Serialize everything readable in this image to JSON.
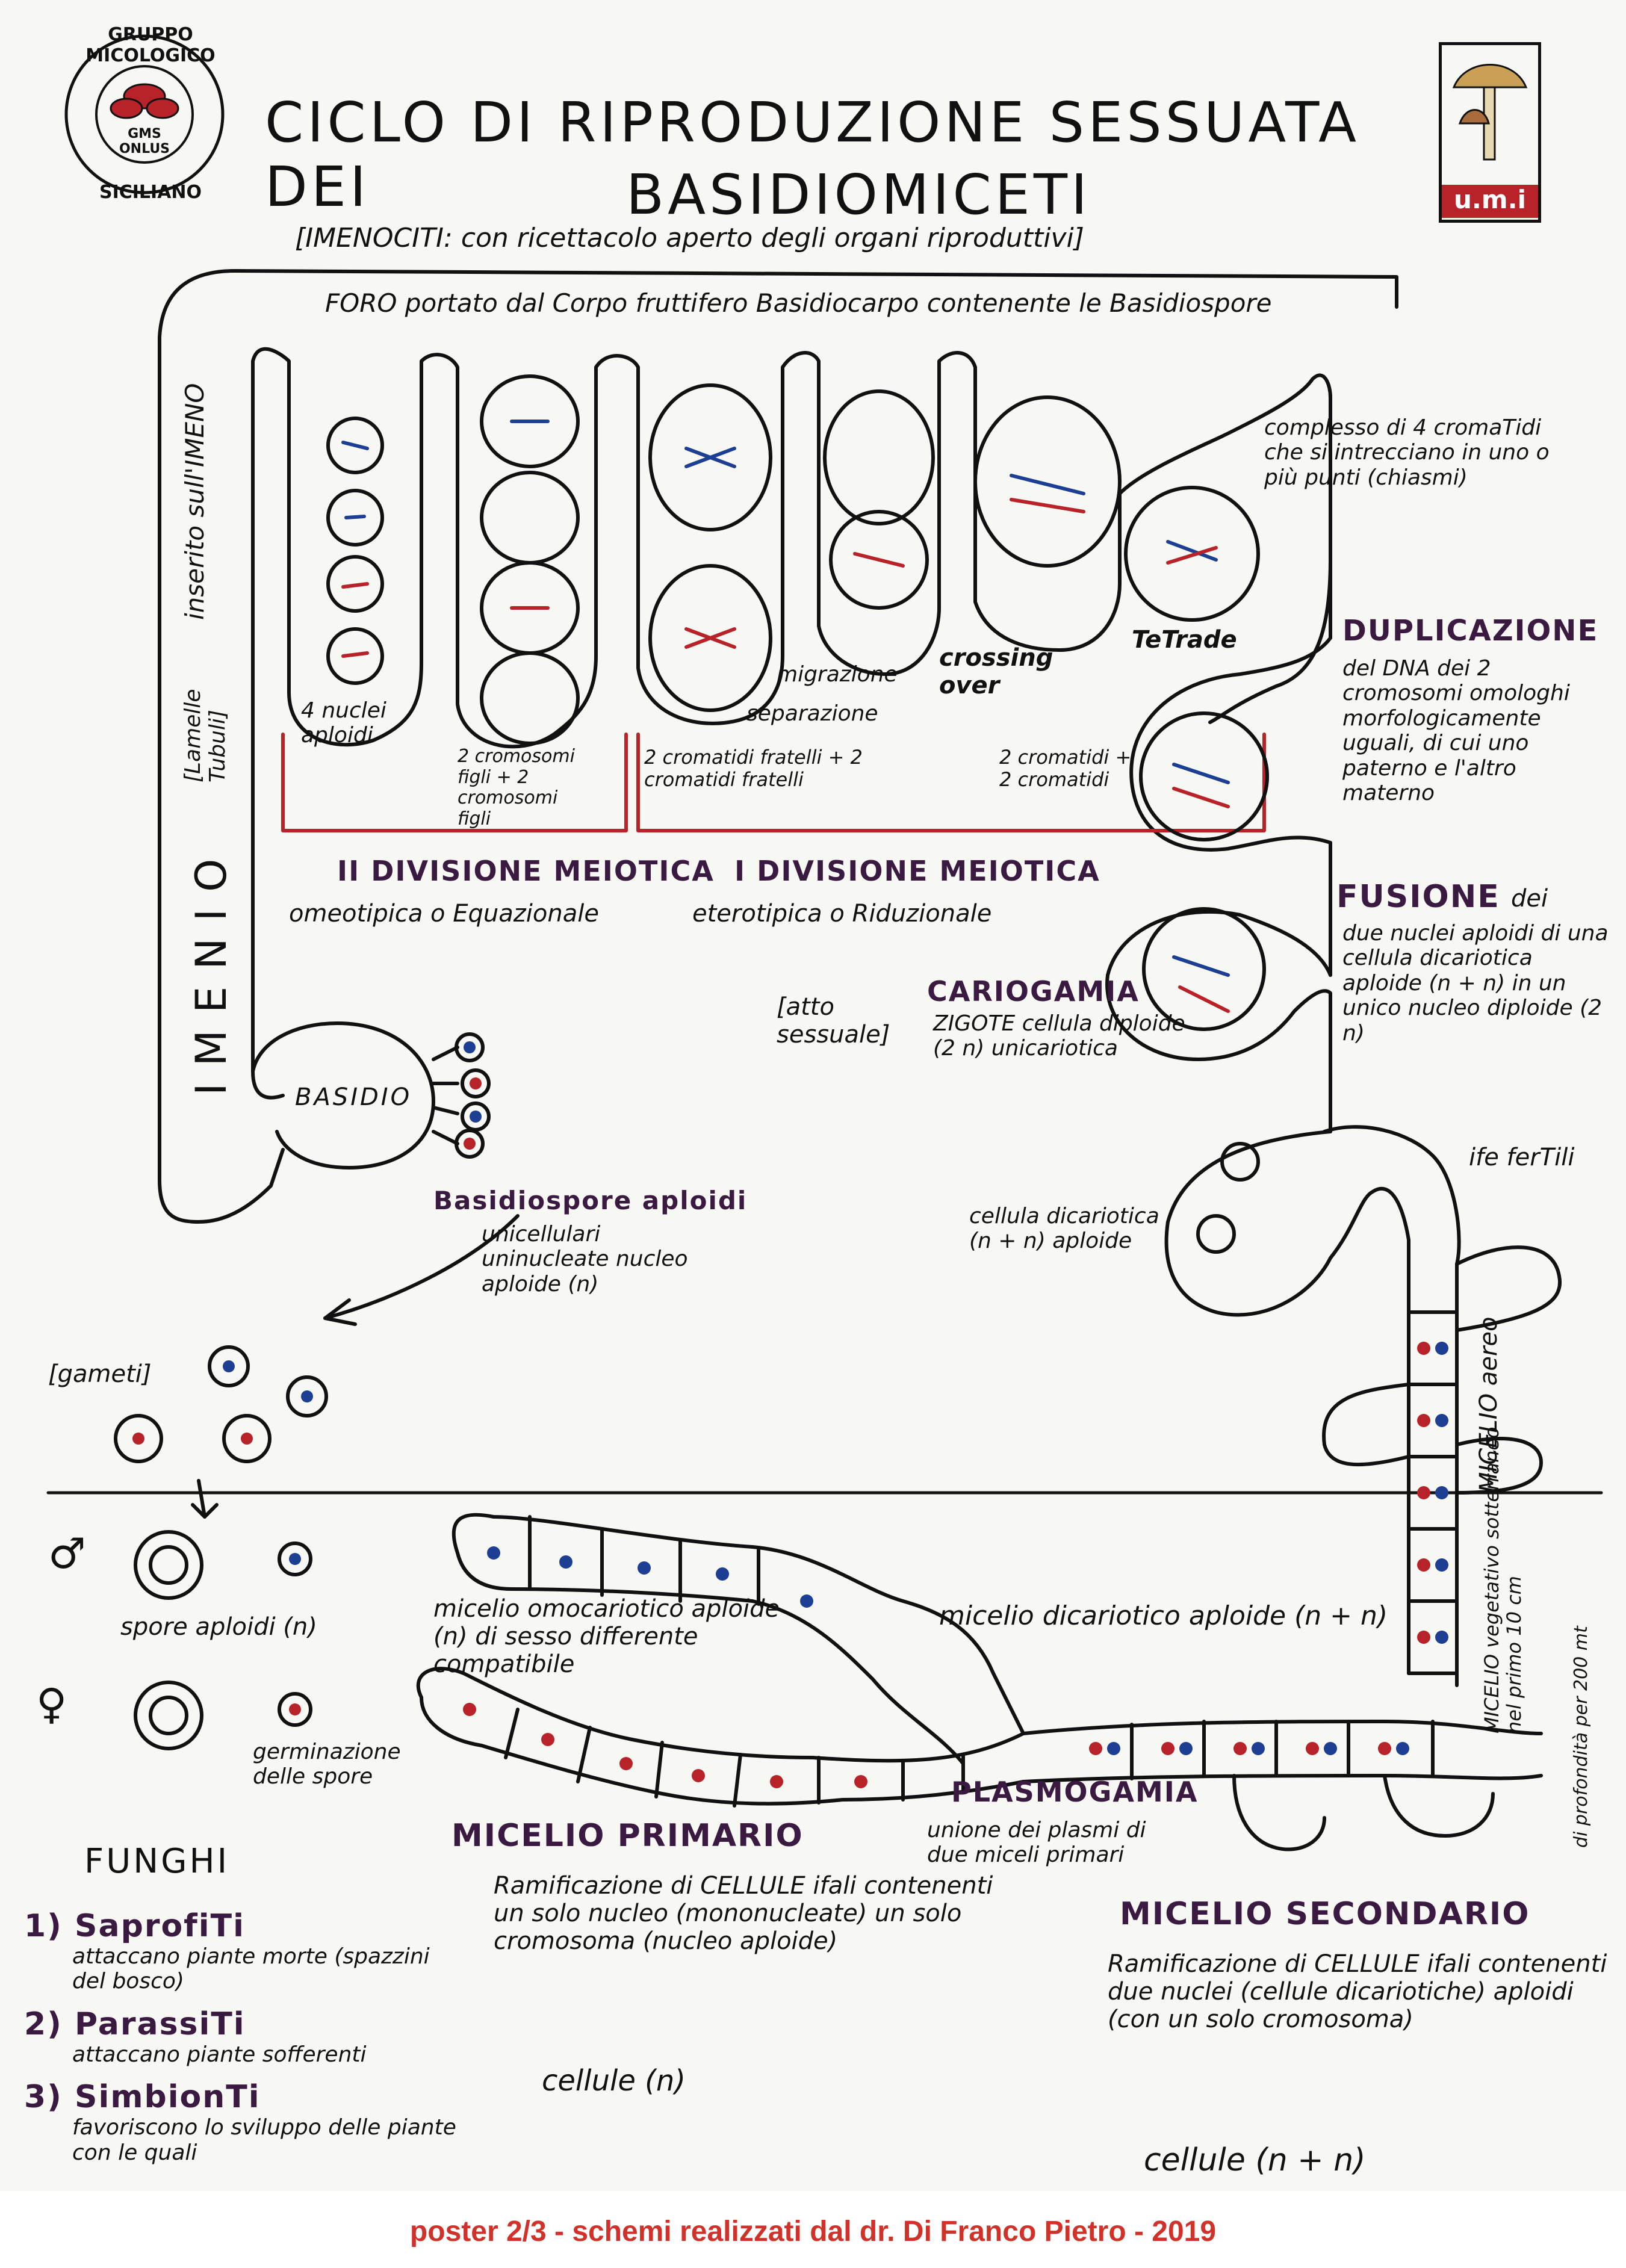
{
  "logos": {
    "gms_top": "GRUPPO MICOLOGICO",
    "gms_center": "GMS ONLUS",
    "gms_bottom": "SICILIANO",
    "umi": "u.m.i"
  },
  "title": {
    "line1": "CICLO DI RIPRODUZIONE SESSUATA DEI",
    "line2": "BASIDIOMICETI",
    "subtitle": "[IMENOCITI: con ricettacolo aperto degli organi riproduttivi]"
  },
  "imenoforo": {
    "top_text": "FORO portato dal Corpo fruttifero Basidiocarpo contenente le Basidiospore",
    "side_text": "inserito sull'IMENO",
    "imenio": "IMENIO",
    "lamelle": "[Lamelle Tubuli]"
  },
  "stages": {
    "nuclei_aploidi": "4 nuclei aploidi",
    "cromosomi_figli": "2 cromosomi figli + 2 cromosomi figli",
    "separazione": "separazione",
    "migrazione": "migrazione",
    "cromatidi_fratelli": "2 cromatidi fratelli + 2 cromatidi fratelli",
    "crossing_over": "crossing over",
    "tetrade": "TeTrade",
    "cromatidi": "2 cromatidi + 2 cromatidi",
    "complesso": "complesso di 4 cromaTidi che si intrecciano in uno o più punti (chiasmi)"
  },
  "divisioni": {
    "seconda_title": "II DIVISIONE MEIOTICA",
    "seconda_sub": "omeotipica o Equazionale",
    "prima_title": "I DIVISIONE MEIOTICA",
    "prima_sub": "eterotipica o Riduzionale"
  },
  "duplicazione": {
    "title": "DUPLICAZIONE",
    "text": "del DNA dei 2 cromosomi omologhi morfologicamente uguali, di cui uno paterno e l'altro materno"
  },
  "fusione": {
    "title": "FUSIONE",
    "title_rest": "dei",
    "text": "due nuclei aploidi di una cellula dicariotica aploide (n + n) in un unico nucleo diploide (2 n)"
  },
  "cariogamia": {
    "bracket": "[atto sessuale]",
    "title": "CARIOGAMIA",
    "text": "ZIGOTE cellula diploide (2 n) unicariotica"
  },
  "basidio": {
    "label": "BASIDIO",
    "spore_title": "Basidiospore aploidi",
    "spore_text": "unicellulari uninucleate nucleo aploide (n)"
  },
  "gameti": "[gameti]",
  "ife": {
    "fertili": "ife ferTili",
    "dicariotica": "cellula dicariotica (n + n) aploide",
    "micelio_aereo": "MICELIO aereo",
    "micelio_vegetativo": "MICELIO vegetativo sotterraneo nel primo 10 cm",
    "profondita": "di profondità per 200 mt"
  },
  "spore": {
    "male": "♂",
    "female": "♀",
    "aploidi": "spore aploidi (n)",
    "germinazione": "germinazione delle spore"
  },
  "miceli": {
    "omocariotico": "micelio omocariotico aploide (n) di sesso differente compatibile",
    "dicariotico": "micelio dicariotico aploide (n + n)",
    "plasmogamia_title": "PLASMOGAMIA",
    "plasmogamia_text": "unione dei plasmi di due miceli primari",
    "primario_title": "MICELIO PRIMARIO",
    "primario_text": "Ramificazione di CELLULE ifali contenenti un solo nucleo (mononucleate) un solo cromosoma (nucleo aploide)",
    "primario_cell": "cellule (n)",
    "secondario_title": "MICELIO SECONDARIO",
    "secondario_text": "Ramificazione di CELLULE ifali contenenti due nuclei (cellule dicariotiche) aploidi (con un solo cromosoma)",
    "secondario_cell": "cellule (n + n)"
  },
  "funghi": {
    "title": "FUNGHI",
    "items": [
      {
        "label": "1) SaprofiTi",
        "text": "attaccano piante morte (spazzini del bosco)"
      },
      {
        "label": "2) ParassiTi",
        "text": "attaccano piante sofferenti"
      },
      {
        "label": "3) SimbionTi",
        "text": "favoriscono lo sviluppo delle piante con le quali"
      }
    ]
  },
  "footer": "poster 2/3 - schemi realizzati dal dr. Di Franco Pietro  - 2019",
  "colors": {
    "red": "#b8232a",
    "blue": "#1d3f93",
    "ink": "#111111",
    "purple": "#3a1a40",
    "footer": "#d0322a"
  }
}
